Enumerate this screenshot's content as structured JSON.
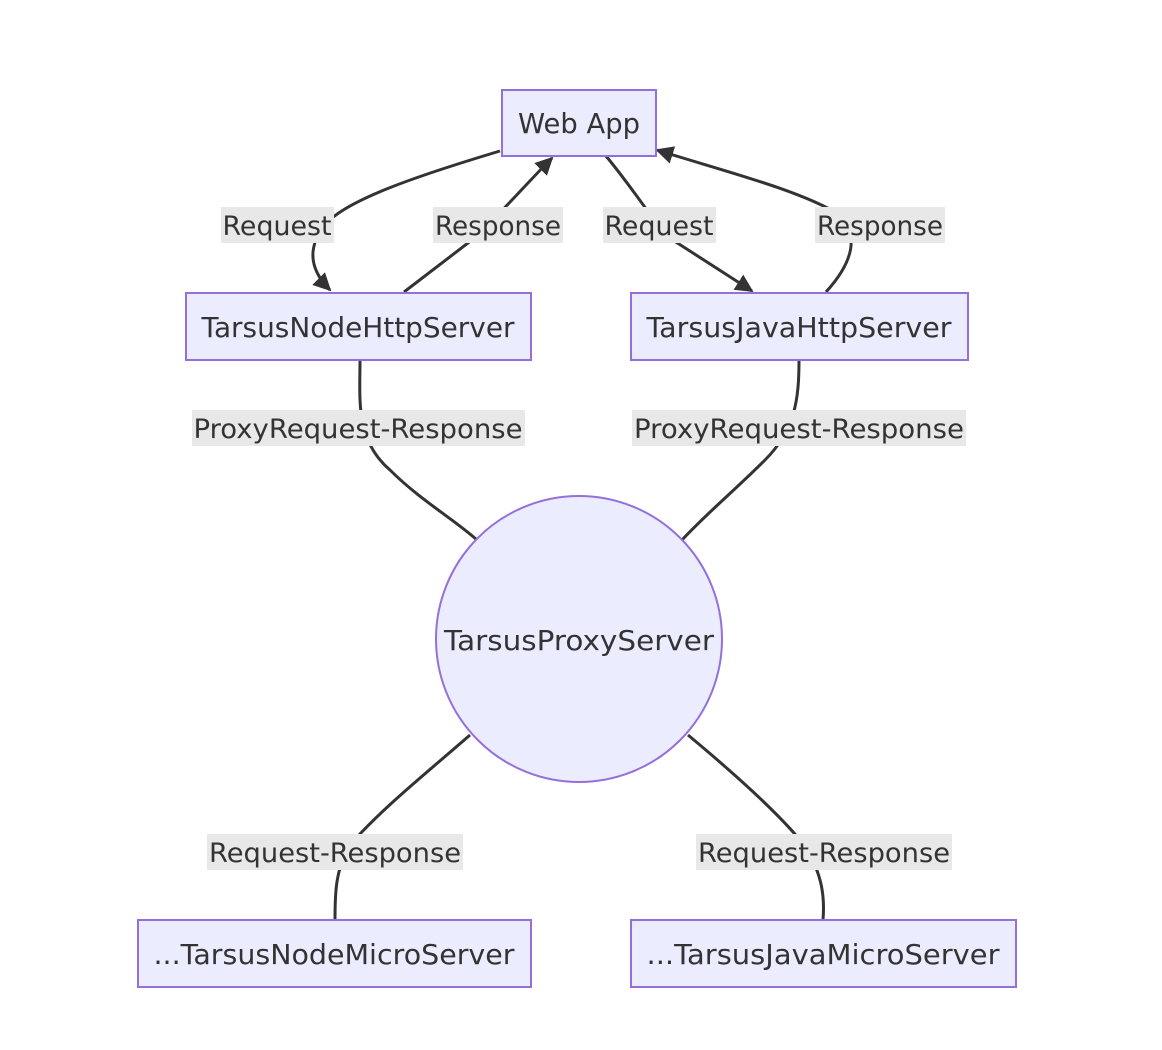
{
  "nodes": {
    "web_app": "Web App",
    "node_http_server": "TarsusNodeHttpServer",
    "java_http_server": "TarsusJavaHttpServer",
    "proxy_server": "TarsusProxyServer",
    "node_micro_server": "...TarsusNodeMicroServer",
    "java_micro_server": "...TarsusJavaMicroServer"
  },
  "edges": {
    "web_to_node_request": "Request",
    "node_to_web_response": "Response",
    "web_to_java_request": "Request",
    "java_to_web_response": "Response",
    "node_proxy": "ProxyRequest-Response",
    "java_proxy": "ProxyRequest-Response",
    "proxy_node_micro": "Request-Response",
    "proxy_java_micro": "Request-Response"
  },
  "colors": {
    "node_fill": "#ECECFF",
    "node_stroke": "#9370DB",
    "edge": "#333333",
    "label_bg": "#e8e8e8"
  }
}
